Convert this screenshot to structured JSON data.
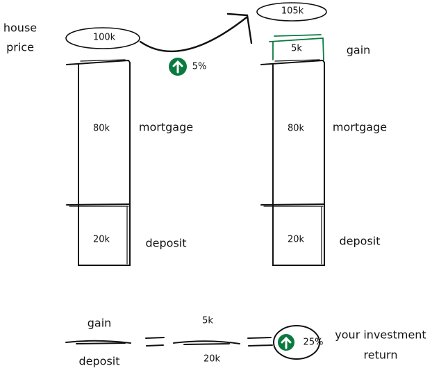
{
  "colors": {
    "accent": "#0b7a3f",
    "ink": "#111111"
  },
  "house_price_label": [
    "house",
    "price"
  ],
  "before": {
    "price": "100k",
    "mortgage_value": "80k",
    "mortgage_label": "mortgage",
    "deposit_value": "20k",
    "deposit_label": "deposit"
  },
  "growth": {
    "icon": "arrow-up-circle-icon",
    "percent": "5%"
  },
  "after": {
    "price": "105k",
    "gain_value": "5k",
    "gain_label": "gain",
    "mortgage_value": "80k",
    "mortgage_label": "mortgage",
    "deposit_value": "20k",
    "deposit_label": "deposit"
  },
  "formula": {
    "numerator_label": "gain",
    "denominator_label": "deposit",
    "numerator_value": "5k",
    "denominator_value": "20k",
    "result": "25%",
    "result_icon": "arrow-up-circle-icon",
    "result_label": [
      "your investment",
      "return"
    ]
  }
}
